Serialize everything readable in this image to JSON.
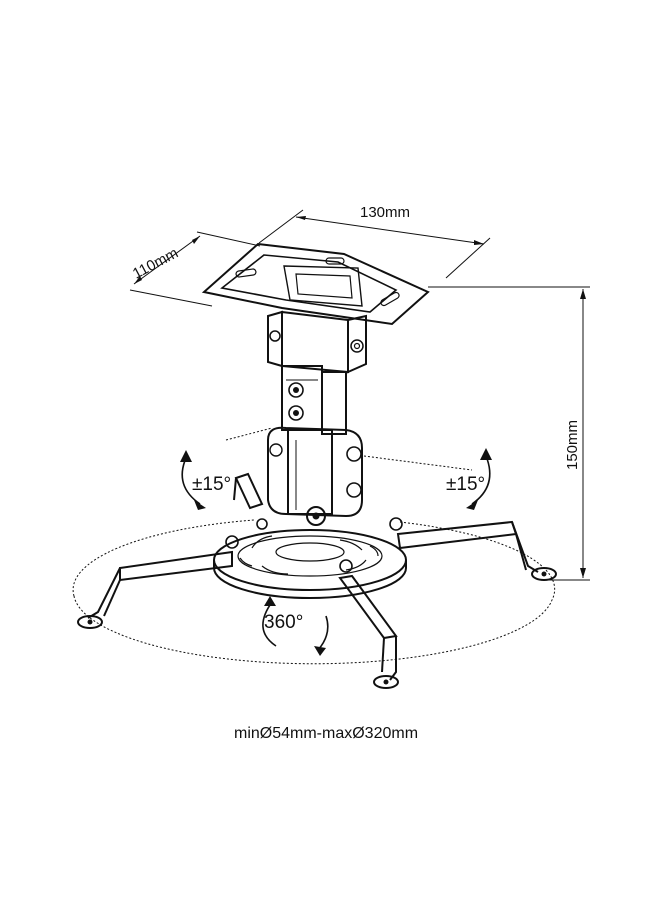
{
  "dimensions": {
    "width_label": "130mm",
    "depth_label": "110mm",
    "height_label": "150mm"
  },
  "angles": {
    "tilt_left": "±15°",
    "tilt_right": "±15°",
    "rotation": "360°"
  },
  "caption": "minØ54mm-maxØ320mm",
  "colors": {
    "line": "#111111",
    "background": "#ffffff"
  }
}
